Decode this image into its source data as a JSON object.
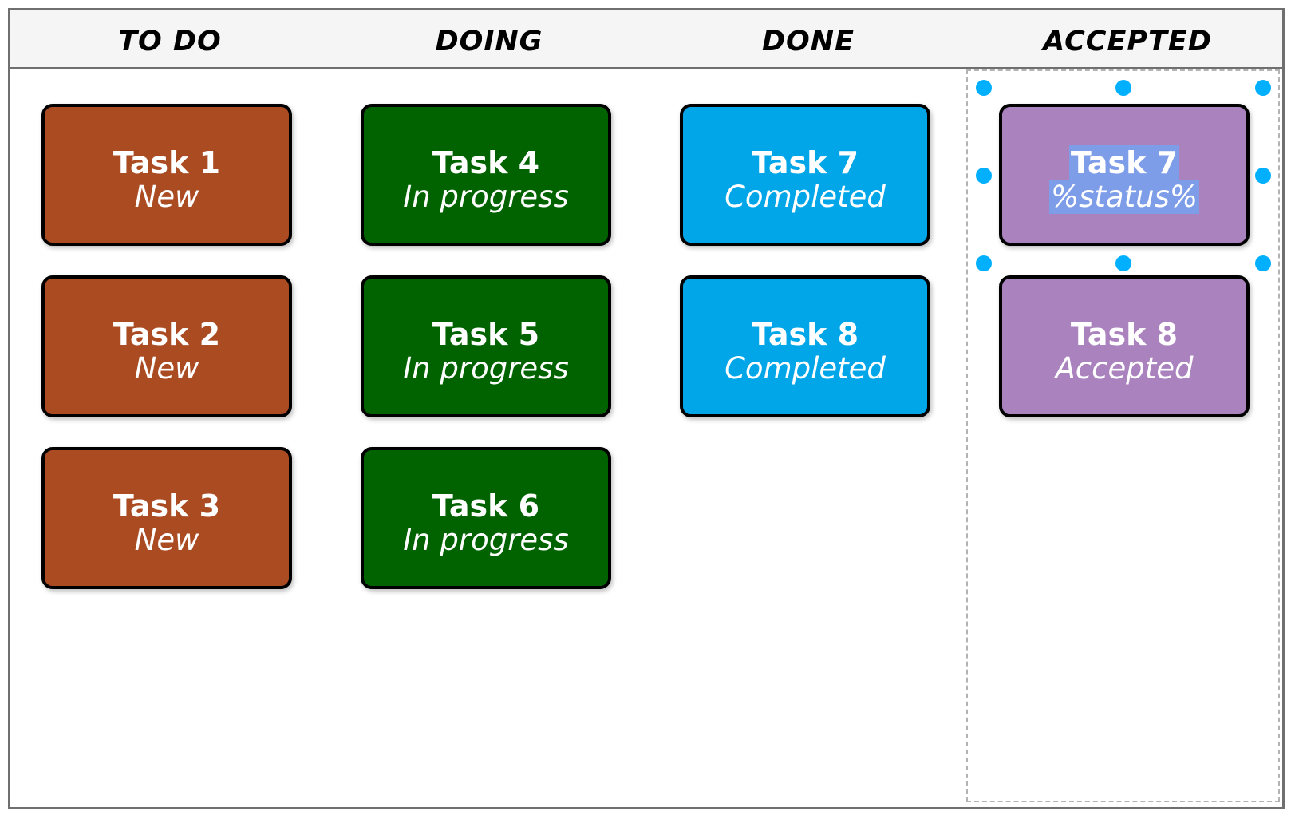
{
  "columns": [
    {
      "title": "TO DO"
    },
    {
      "title": "DOING"
    },
    {
      "title": "DONE"
    },
    {
      "title": "ACCEPTED"
    }
  ],
  "cards": {
    "task1": {
      "title": "Task 1",
      "status": "New"
    },
    "task2": {
      "title": "Task 2",
      "status": "New"
    },
    "task3": {
      "title": "Task 3",
      "status": "New"
    },
    "task4": {
      "title": "Task 4",
      "status": "In progress"
    },
    "task5": {
      "title": "Task 5",
      "status": "In progress"
    },
    "task6": {
      "title": "Task 6",
      "status": "In progress"
    },
    "task7_done": {
      "title": "Task 7",
      "status": "Completed"
    },
    "task8_done": {
      "title": "Task 8",
      "status": "Completed"
    },
    "task7_accepted": {
      "title": "Task 7",
      "status": "%status%"
    },
    "task8_accepted": {
      "title": "Task 8",
      "status": "Accepted"
    }
  },
  "colors": {
    "todo": "#ab4b22",
    "doing": "#006300",
    "done": "#00a6e8",
    "accepted": "#aa82be",
    "selection_handle": "#00b0ff",
    "text_highlight": "#7d9de8"
  }
}
